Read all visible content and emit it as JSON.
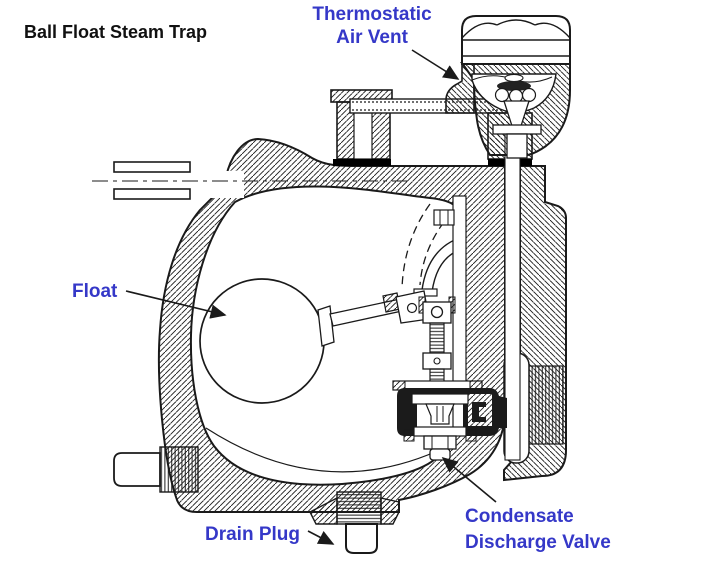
{
  "title": "Ball Float Steam Trap",
  "labels": {
    "thermostatic": {
      "line1": "Thermostatic",
      "line2": "Air Vent"
    },
    "float": {
      "text": "Float"
    },
    "drain_plug": {
      "text": "Drain Plug"
    },
    "condensate": {
      "line1": "Condensate",
      "line2": "Discharge Valve"
    }
  },
  "colors": {
    "label_blue": "#3538c8",
    "title_black": "#111111",
    "line_black": "#1a1a1a",
    "background": "#ffffff"
  },
  "diagram": {
    "type": "engineering cross-section",
    "subject": "ball float steam trap",
    "labeled_parts": [
      "Thermostatic Air Vent",
      "Float",
      "Condensate Discharge Valve",
      "Drain Plug"
    ]
  }
}
